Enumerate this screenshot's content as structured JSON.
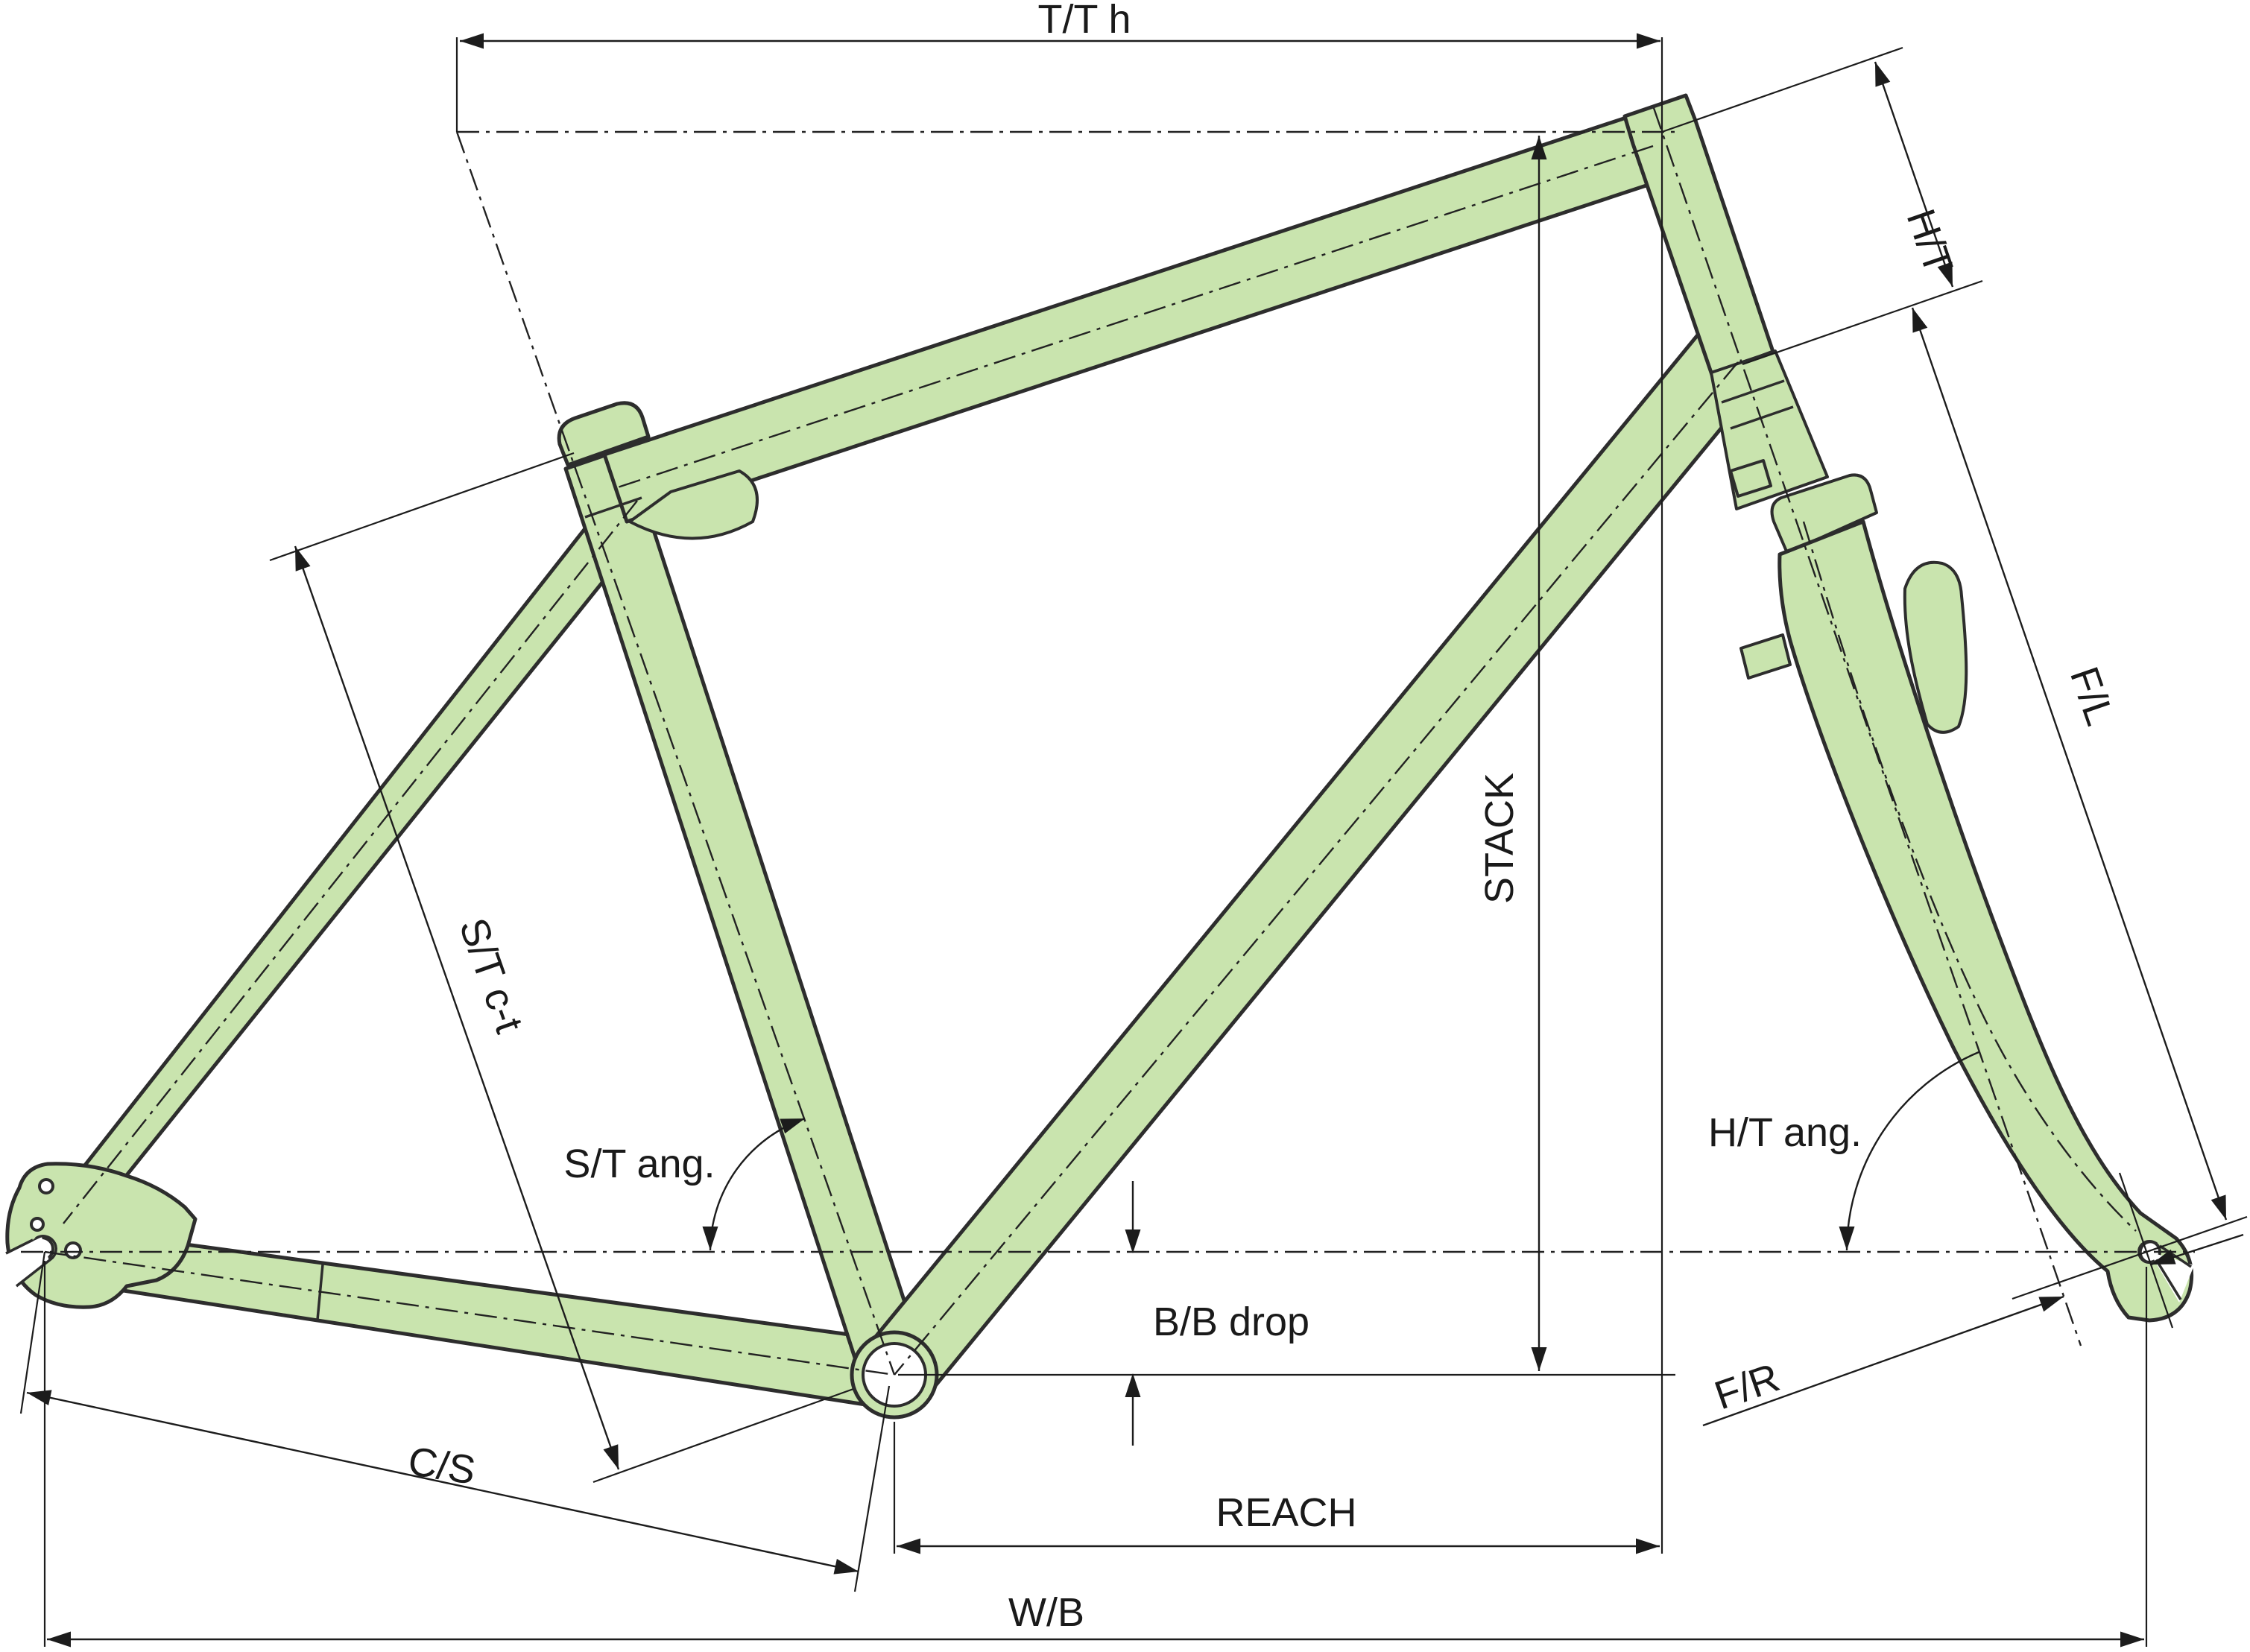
{
  "diagram": {
    "type": "bicycle-frame-geometry",
    "colors": {
      "frame_fill": "#c9e4ae",
      "outline": "#2d2d2d",
      "dimension_lines": "#1c1c1c",
      "background": "#ffffff",
      "text": "#1a1a1a"
    },
    "labels": {
      "top_tube_horizontal": "T/T h",
      "head_tube": "H/T",
      "fork_length": "F/L",
      "stack": "STACK",
      "seat_tube_center_top": "S/T c-t",
      "seat_tube_angle": "S/T ang.",
      "head_tube_angle": "H/T ang.",
      "bottom_bracket_drop": "B/B drop",
      "fork_rake": "F/R",
      "reach": "REACH",
      "chainstay": "C/S",
      "wheelbase": "W/B"
    }
  }
}
